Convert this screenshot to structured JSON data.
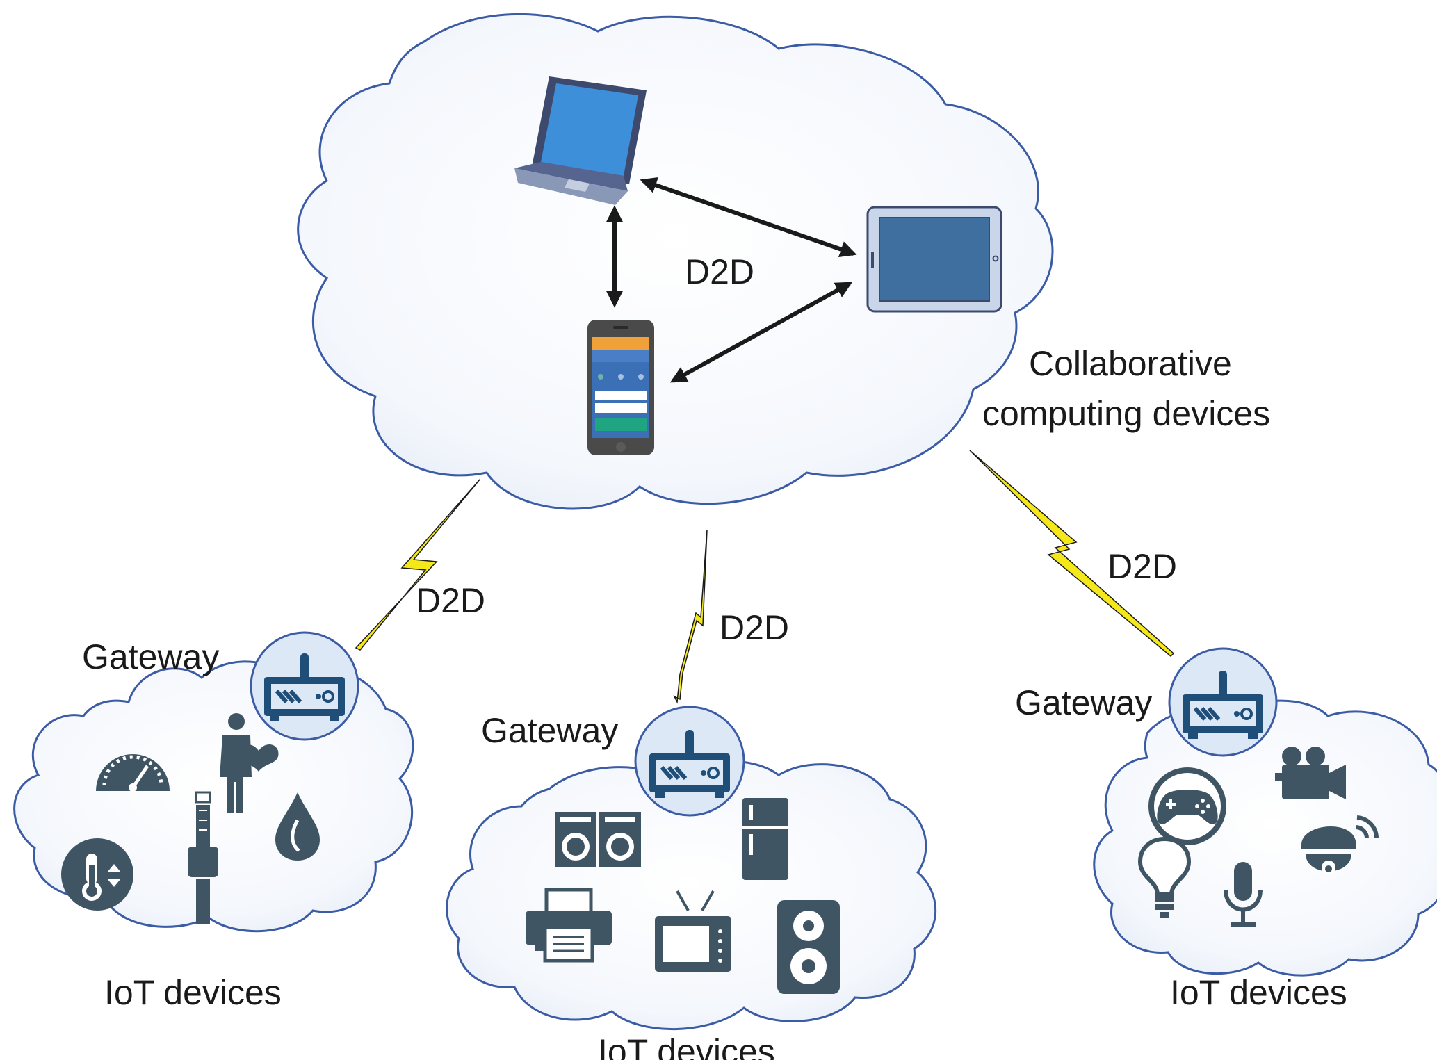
{
  "labels": {
    "d2d_top": "D2D",
    "collab_line1": "Collaborative",
    "collab_line2": "computing devices",
    "d2d_left": "D2D",
    "d2d_center": "D2D",
    "d2d_right": "D2D",
    "gateway_left": "Gateway",
    "gateway_center": "Gateway",
    "gateway_right": "Gateway",
    "iot_left": "IoT devices",
    "iot_center": "IoT devices",
    "iot_right": "IoT devices"
  },
  "colors": {
    "cloud_stroke": "#3b5ba5",
    "cloud_fill_light": "#ffffff",
    "cloud_fill_dark": "#dfe8f5",
    "icon": "#3f5564",
    "gateway_circle": "#dce8f5",
    "bolt": "#f5e81a",
    "screen_blue": "#3d6fa8"
  },
  "icons": {
    "top_cloud": [
      "laptop-icon",
      "tablet-icon",
      "smartphone-icon"
    ],
    "left_cloud": [
      "gauge-icon",
      "person-heart-icon",
      "smartwatch-icon",
      "water-drop-icon",
      "thermometer-icon"
    ],
    "center_cloud": [
      "washing-machine-icon",
      "refrigerator-icon",
      "printer-icon",
      "television-icon",
      "speaker-icon"
    ],
    "right_cloud": [
      "gamepad-icon",
      "video-camera-icon",
      "security-camera-icon",
      "light-bulb-icon",
      "microphone-icon"
    ],
    "gateway": "router-icon"
  }
}
